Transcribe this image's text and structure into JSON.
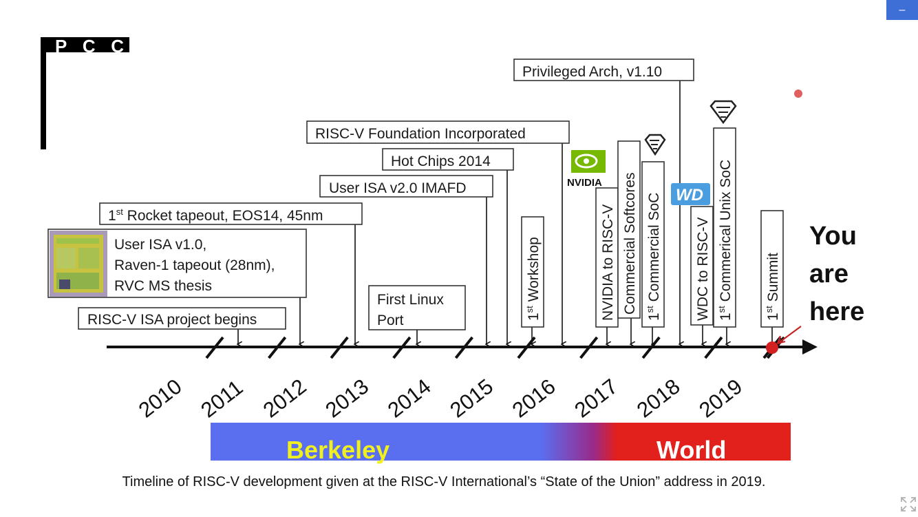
{
  "window": {
    "minimize_label": "–"
  },
  "logo": {
    "text": "PCC"
  },
  "timeline": {
    "years": [
      "2010",
      "2011",
      "2012",
      "2013",
      "2014",
      "2015",
      "2016",
      "2017",
      "2018",
      "2019"
    ],
    "boxes": {
      "isa_begins": "RISC-V ISA project begins",
      "user_isa_v10": [
        "User ISA v1.0,",
        "Raven-1 tapeout (28nm),",
        "RVC MS thesis"
      ],
      "rocket_tapeout": {
        "prefix": "1",
        "sup": "st",
        "rest": " Rocket tapeout, EOS14, 45nm"
      },
      "first_linux": [
        "First Linux",
        "Port"
      ],
      "user_isa_v20": "User ISA v2.0 IMAFD",
      "hot_chips": "Hot Chips 2014",
      "foundation": "RISC-V Foundation Incorporated",
      "privileged": "Privileged Arch, v1.10",
      "workshop": {
        "prefix": "1",
        "sup": "st",
        "rest": " Workshop"
      },
      "nvidia_to_riscv": "NVIDIA to RISC-V",
      "commercial_softcores": "Commercial Softcores",
      "commercial_soc": {
        "prefix": "1",
        "sup": "st",
        "rest": " Commercial SoC"
      },
      "wdc_to_riscv": "WDC to RISC-V",
      "commercial_unix_soc": {
        "prefix": "1",
        "sup": "st",
        "rest": " Commerical Unix SoC"
      },
      "summit": {
        "prefix": "1",
        "sup": "st",
        "rest": " Summit"
      }
    },
    "logos": {
      "nvidia": "NVIDIA",
      "wd": "WD"
    },
    "you_are_here": [
      "You",
      "are",
      "here"
    ],
    "band": {
      "left": "Berkeley",
      "right": "World"
    }
  },
  "caption": "Timeline of RISC-V development given at the RISC-V International’s “State of the Union” address in 2019.",
  "colors": {
    "band_blue": "#5a6ef0",
    "band_red": "#e2201c",
    "berkeley_text": "#f0f020",
    "marker_red": "#d42020",
    "accent": "#3d6fd6"
  }
}
